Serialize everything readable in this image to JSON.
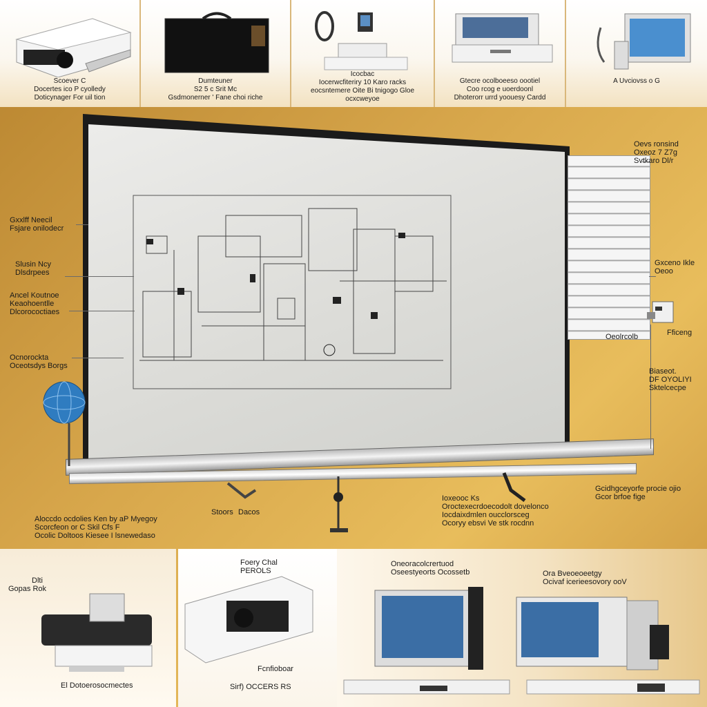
{
  "top_panels": [
    {
      "caption_lines": [
        "Scoever C",
        "Docertes ico P cyolledy",
        "Doticynager For uil tion"
      ]
    },
    {
      "caption_lines": [
        "Dumteuner",
        "S2 5 c Srit Mc",
        "Gsdmonerner ' Fane choi riche"
      ]
    },
    {
      "caption_lines": [
        "Icocbac",
        "Iocerwcfiteriry 10 Karo racks",
        "eocsntemere Oite Bi tnigogo Gloe",
        "ocxcweyoe"
      ]
    },
    {
      "caption_lines": [
        "Gtecre ocolboeeso oootiel",
        "Coo rcog e uoerdoonl",
        "Dhoterorr urrd yoouesy Cardd"
      ]
    },
    {
      "caption_lines": [
        "A Uvciovss o G"
      ]
    }
  ],
  "left_labels": [
    {
      "lines": [
        "Gxxlff Neecil",
        "Fsjare onilodecr"
      ]
    },
    {
      "lines": [
        "Slusin Ncy",
        "Dlsdrpees"
      ]
    },
    {
      "lines": [
        "Ancel Koutnoe",
        "Keaohoentlle",
        "Dlcorococtiaes"
      ]
    },
    {
      "lines": [
        "Ocnorockta",
        "Oceotsdys Borgs"
      ]
    }
  ],
  "right_labels": [
    {
      "lines": [
        "Oevs ronsind",
        "Oxeoz 7 Z7g",
        "Svtkaro Dl/r"
      ]
    },
    {
      "lines": [
        "Gxceno Ikle",
        "Oeoo"
      ]
    },
    {
      "lines": [
        "Oeolrcolb"
      ]
    },
    {
      "lines": [
        "Fficeng"
      ]
    },
    {
      "lines": [
        "Biaseot.",
        "DF OYOLIYI",
        "Sktelcecpe"
      ]
    },
    {
      "lines": [
        "Gcidhgceyorfe procie ojio",
        "Gcor brfoe fige"
      ]
    }
  ],
  "board_labels": [
    {
      "text": "Stoors"
    },
    {
      "text": "Dacos"
    }
  ],
  "board_lower_labels": [
    {
      "lines": [
        "Aloccdo ocdolies Ken by aP Myegoy",
        "Scorcfeon or C Skil Cfs F",
        "Ocolic Doltoos Kiesee I lsnewedaso"
      ]
    },
    {
      "lines": [
        "Ioxeooc Ks",
        "Oroctexecrdoecodolt dovelonco",
        "Iocdaixdmlen oucclorsceg",
        "Ocoryy ebsvi Ve stk rocdnn"
      ]
    }
  ],
  "bottom_panels": [
    {
      "lines_top": [
        "Dlti",
        "Gopas Rok"
      ],
      "lines_bottom": [
        "El Dotoerosocmectes"
      ]
    },
    {
      "lines_top": [
        "Foery Chal",
        "PEROLS"
      ],
      "lines_bottom": [
        "Fcnfioboar",
        "Sirf) OCCERS RS"
      ]
    },
    {
      "lines_top": [
        "Oneoracolcrertuod",
        "Oseestyeorts Ocossetb"
      ],
      "lines_bottom": []
    },
    {
      "lines_top": [
        "Ora Bveoeoeetgy",
        "Ocivaf icerieesovory ooV"
      ],
      "lines_bottom": []
    }
  ],
  "colors": {
    "background": "#d6a54a",
    "panel_white": "#ffffff",
    "board_frame": "#1b1b1b",
    "monitor_blue": "#4a7fb5",
    "globe_blue": "#2f7cc0"
  }
}
